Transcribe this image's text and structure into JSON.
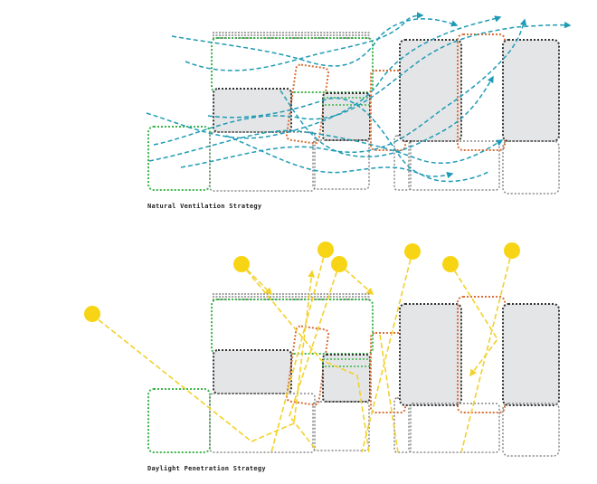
{
  "diagrams": [
    {
      "id": "ventilation",
      "caption": "Natural Ventilation Strategy"
    },
    {
      "id": "daylight",
      "caption": "Daylight Penetration Strategy"
    }
  ],
  "colors": {
    "green": "#3bb54a",
    "orange": "#d9703a",
    "dark": "#333333",
    "grey": "#888888",
    "fill": "#e4e5e7",
    "airflow": "#1f9bb5",
    "sun": "#f7d514",
    "ray": "#f3d12a"
  },
  "icons": [
    "airflow-arrow-icon",
    "sun-icon",
    "light-ray-arrow-icon"
  ]
}
